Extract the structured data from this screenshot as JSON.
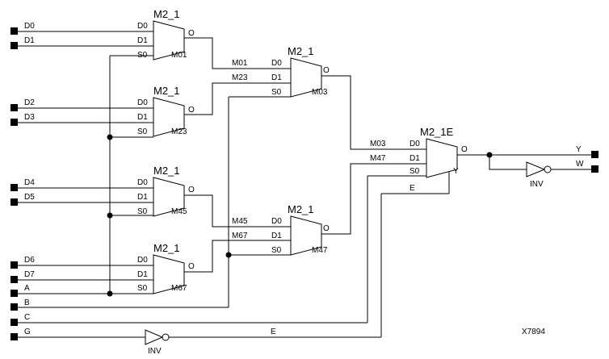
{
  "figure_id": "X7894",
  "muxes": [
    {
      "type": "M2_1",
      "inputs": [
        "D0",
        "D1"
      ],
      "select": "S0",
      "output": "O",
      "net": "M01"
    },
    {
      "type": "M2_1",
      "inputs": [
        "D0",
        "D1"
      ],
      "select": "S0",
      "output": "O",
      "net": "M23"
    },
    {
      "type": "M2_1",
      "inputs": [
        "D0",
        "D1"
      ],
      "select": "S0",
      "output": "O",
      "net": "M45"
    },
    {
      "type": "M2_1",
      "inputs": [
        "D0",
        "D1"
      ],
      "select": "S0",
      "output": "O",
      "net": "M67"
    },
    {
      "type": "M2_1",
      "inputs": [
        "D0",
        "D1"
      ],
      "select": "S0",
      "output": "O",
      "net": "M03",
      "in_nets": [
        "M01",
        "M23"
      ]
    },
    {
      "type": "M2_1",
      "inputs": [
        "D0",
        "D1"
      ],
      "select": "S0",
      "output": "O",
      "net": "M47",
      "in_nets": [
        "M45",
        "M67"
      ]
    },
    {
      "type": "M2_1E",
      "inputs": [
        "D0",
        "D1"
      ],
      "select": "S0",
      "enable": "E",
      "output": "O",
      "y_pin": "Y",
      "in_nets": [
        "M03",
        "M47"
      ],
      "en_net": "E"
    }
  ],
  "inputs": [
    "D0",
    "D1",
    "D2",
    "D3",
    "D4",
    "D5",
    "D6",
    "D7",
    "A",
    "B",
    "C",
    "G"
  ],
  "outputs": [
    "Y",
    "W"
  ],
  "inverters": [
    {
      "type": "INV",
      "net": "E"
    },
    {
      "type": "INV"
    }
  ]
}
